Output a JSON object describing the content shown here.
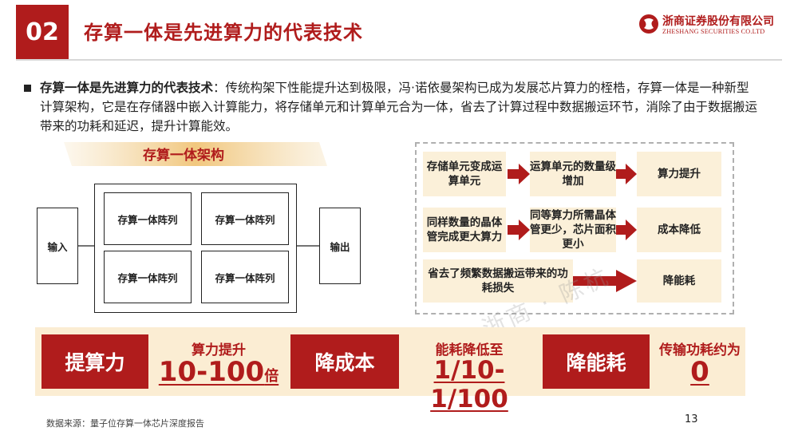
{
  "header": {
    "page_number": "02",
    "title": "存算一体是先进算力的代表技术",
    "logo_name": "浙商证券股份有限公司",
    "logo_sub": "ZHESHANG SECURITIES CO.LTD"
  },
  "intro": {
    "lead": "存算一体是先进算力的代表技术",
    "body": "：传统构架下性能提升达到极限，冯·诺依曼架构已成为发展芯片算力的桎梏，存算一体是一种新型计算架构，它是在存储器中嵌入计算能力，将存储单元和计算单元合为一体，省去了计算过程中数据搬运环节，消除了由于数据搬运带来的功耗和延迟，提升计算能效。"
  },
  "architecture": {
    "title": "存算一体架构",
    "input": "输入",
    "output": "输出",
    "arrays": [
      "存算一体阵列",
      "存算一体阵列",
      "存算一体阵列",
      "存算一体阵列"
    ]
  },
  "flow": {
    "rows": [
      {
        "cause": "存储单元变成运算单元",
        "mid": "运算单元的数量级增加",
        "result": "算力提升"
      },
      {
        "cause": "同样数量的晶体管完成更大算力",
        "mid": "同等算力所需晶体管更少，芯片面积更小",
        "result": "成本降低"
      },
      {
        "cause": "省去了频繁数据搬运带来的功耗损失",
        "result": "降能耗"
      }
    ]
  },
  "banner": {
    "items": [
      {
        "block": "提算力",
        "label": "算力提升",
        "value": "10-100",
        "unit": "倍"
      },
      {
        "block": "降成本",
        "label": "能耗降低至",
        "value": "1/10-1/100",
        "unit": ""
      },
      {
        "block": "降能耗",
        "label": "传输功耗约为",
        "value": "0",
        "unit": ""
      }
    ]
  },
  "footer": {
    "source": "数据来源：量子位存算一体芯片深度报告",
    "page": "13"
  },
  "watermark": "浙商 · 陈杭",
  "colors": {
    "brand": "#b01c1c",
    "panel": "#fbf0d9",
    "banner": "#fbedd3"
  }
}
